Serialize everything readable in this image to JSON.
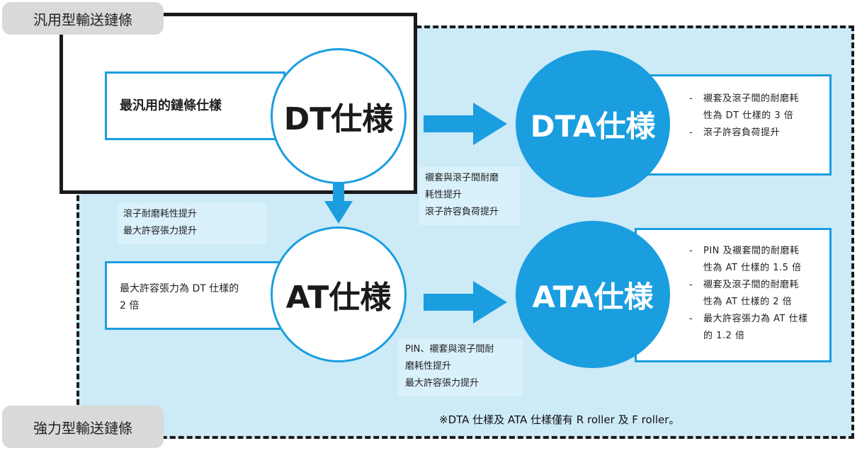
{
  "zones": {
    "general_label": "汎用型輸送鏈條",
    "strong_label": "強力型輸送鏈條"
  },
  "nodes": {
    "dt": {
      "title": "DT仕様",
      "desc": "最汎用的鏈條仕樣"
    },
    "at": {
      "title": "AT仕様",
      "desc_line1": "最大許容張力為 DT 仕樣的",
      "desc_line2": "2 倍"
    },
    "dta": {
      "title": "DTA仕様",
      "specs": [
        "襯套及滾子間的耐磨耗",
        "性為 DT 仕樣的 3 倍",
        "滾子許容負荷提升"
      ]
    },
    "ata": {
      "title": "ATA仕様",
      "specs": [
        "PIN 及襯套間的耐磨耗",
        "性為 AT 仕樣的 1.5 倍",
        "襯套及滾子間的耐磨耗",
        "性為 AT 仕樣的 2 倍",
        "最大許容張力為 AT 仕樣",
        "的 1.2 倍"
      ]
    }
  },
  "transitions": {
    "dt_to_at": [
      "滾子耐磨耗性提升",
      "最大許容張力提升"
    ],
    "dt_to_dta": [
      "襯套與滾子間耐磨",
      "耗性提升",
      "滾子許容負荷提升"
    ],
    "at_to_ata": [
      "PIN、襯套與滾子間耐",
      "磨耗性提升",
      "最大許容張力提升"
    ]
  },
  "footnote": "※DTA 仕樣及 ATA 仕樣僅有 R roller 及 F roller。",
  "colors": {
    "accent": "#1a9ee0",
    "zone_fill": "#cdeaf7",
    "label_fill": "#d9d9d9"
  }
}
